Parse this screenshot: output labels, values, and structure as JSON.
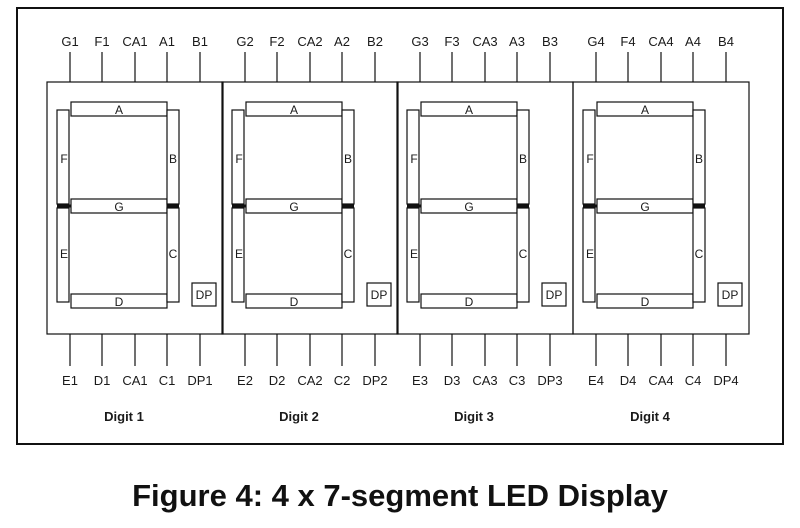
{
  "caption": "Figure 4: 4 x 7-segment LED Display",
  "segment_labels": {
    "A": "A",
    "B": "B",
    "C": "C",
    "D": "D",
    "E": "E",
    "F": "F",
    "G": "G",
    "DP": "DP"
  },
  "digits": [
    {
      "label": "Digit 1",
      "top_pins": [
        "G1",
        "F1",
        "CA1",
        "A1",
        "B1"
      ],
      "bottom_pins": [
        "E1",
        "D1",
        "CA1",
        "C1",
        "DP1"
      ]
    },
    {
      "label": "Digit 2",
      "top_pins": [
        "G2",
        "F2",
        "CA2",
        "A2",
        "B2"
      ],
      "bottom_pins": [
        "E2",
        "D2",
        "CA2",
        "C2",
        "DP2"
      ]
    },
    {
      "label": "Digit 3",
      "top_pins": [
        "G3",
        "F3",
        "CA3",
        "A3",
        "B3"
      ],
      "bottom_pins": [
        "E3",
        "D3",
        "CA3",
        "C3",
        "DP3"
      ]
    },
    {
      "label": "Digit 4",
      "top_pins": [
        "G4",
        "F4",
        "CA4",
        "A4",
        "B4"
      ],
      "bottom_pins": [
        "E4",
        "D4",
        "CA4",
        "C4",
        "DP4"
      ]
    }
  ]
}
